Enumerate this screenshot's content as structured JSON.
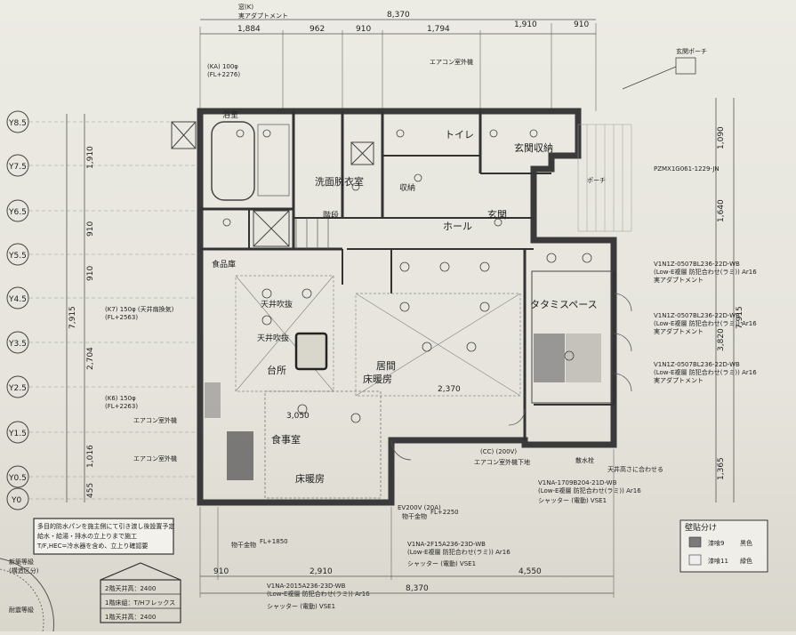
{
  "header": {
    "top_note": "実アダプトメント",
    "top_note2": "窓(K)"
  },
  "dimensions": {
    "overall_top": "8,370",
    "top_segments": [
      "1,884",
      "962",
      "910",
      "1,794",
      "1,910",
      "910"
    ],
    "overall_bottom": "8,370",
    "bottom_segments": [
      "910",
      "2,910",
      "4,550"
    ],
    "left_segments": [
      "1,910",
      "910",
      "910",
      "2,704",
      "1,016",
      "455"
    ],
    "left_total": "7,915",
    "right_segments": [
      "1,090",
      "1,640",
      "3,820",
      "1,365"
    ],
    "right_total": "7,915",
    "inner_1": "3,050",
    "inner_2": "2,370"
  },
  "axes": {
    "rows": [
      "Y8.5",
      "Y7.5",
      "Y6.5",
      "Y5.5",
      "Y4.5",
      "Y3.5",
      "Y2.5",
      "Y1.5",
      "Y0.5",
      "Y0"
    ]
  },
  "rooms": {
    "kitchen": "台所",
    "dining": "食事室",
    "living": "居間",
    "floor_heating": "床暖房",
    "floor_heating_2": "床暖房",
    "tatami": "タタミスペース",
    "hall": "ホール",
    "entrance": "玄関",
    "toilet": "トイレ",
    "entrance_storage": "玄関収納",
    "washroom": "洗面脱衣室",
    "pantry": "食品庫",
    "storage": "収納",
    "stairs": "階段",
    "unit_bath": "浴室",
    "atrium": "天井吹抜",
    "atrium_2": "天井吹抜"
  },
  "notes": {
    "kA": "(KA) 100φ",
    "kA_fl": "(FL+2276)",
    "k7": "(K7) 150φ (天井扇換気)",
    "k7_fl": "(FL+2563)",
    "k6": "(K6) 150φ",
    "k6_fl": "(FL+2263)",
    "aircon_outdoor_top": "エアコン室外機",
    "aircon_outdoor_left": "エアコン室外機",
    "aircon_outdoor_left2": "エアコン室外機",
    "aircon_outdoor_bottom": "エアコン室外機下地",
    "doorbell": "玄関ポーチ",
    "porch": "ポーチ",
    "pzmx": "PZMX1G061-1229-JN",
    "window_v1": "V1N1Z-0507BL236-22D-WB",
    "window_v2": "V1N1Z-0507BL236-22D-WB",
    "window_v3": "V1N1Z-0507BL236-22D-WB",
    "window_right_note": "実アダプトメント",
    "window_bottom_r": "V1NA-1709B204-21D-WB",
    "window_bottom_r2": "(Low-E複層 防犯合わせ(ラミ)) Ar16",
    "shutter_r": "シャッター (電動) VSE1",
    "window_bottom_m": "V1NA-2F15A236-23D-WB",
    "window_bottom_m2": "(Low-E複層 防犯合わせ(ラミ)) Ar16",
    "shutter_m": "シャッター (電動) VSE1",
    "window_bottom_l": "V1NA-2015A236-23D-WB",
    "window_bottom_l2": "(Low-E複層 防犯合わせ(ラミ)) Ar16",
    "shutter_l": "シャッター (電動) VSE1",
    "ceiling_note": "天井高さに合わせる",
    "water": "散水栓",
    "outlet_200": "EV200V (20A)",
    "physical": "物干金物",
    "physical2": "物干金物",
    "cc": "(CC) (200V)",
    "fl_1850": "FL+1850",
    "fl_2250": "FL+2250"
  },
  "boxed_note": {
    "line1": "多目的防水パンを施主側にて引き渡し後設置予定",
    "line2": "給水・給湯・排水の立上りまで施工",
    "line3": "T/F,HEC=冷水器を含め、立上り確認要"
  },
  "house_icon": {
    "line1": "2階天井高：2400",
    "line2": "1階床組：T/Hフレックス",
    "line3": "1階天井高：2400"
  },
  "legend": {
    "title": "壁貼分け",
    "items": [
      {
        "label": "漆喰9",
        "color_name": "黒色",
        "color": "#7a7a7a"
      },
      {
        "label": "漆喰11",
        "color_name": "緑色",
        "color": "#eeeeee"
      }
    ]
  },
  "stamp": {
    "line1": "新築等級",
    "line2": "(構造区分)",
    "line3": "耐震等級"
  },
  "colors": {
    "wall": "#3a3a3a",
    "line": "#555555",
    "paper": "#ecebe4",
    "tatami": "#8a8a8a"
  }
}
